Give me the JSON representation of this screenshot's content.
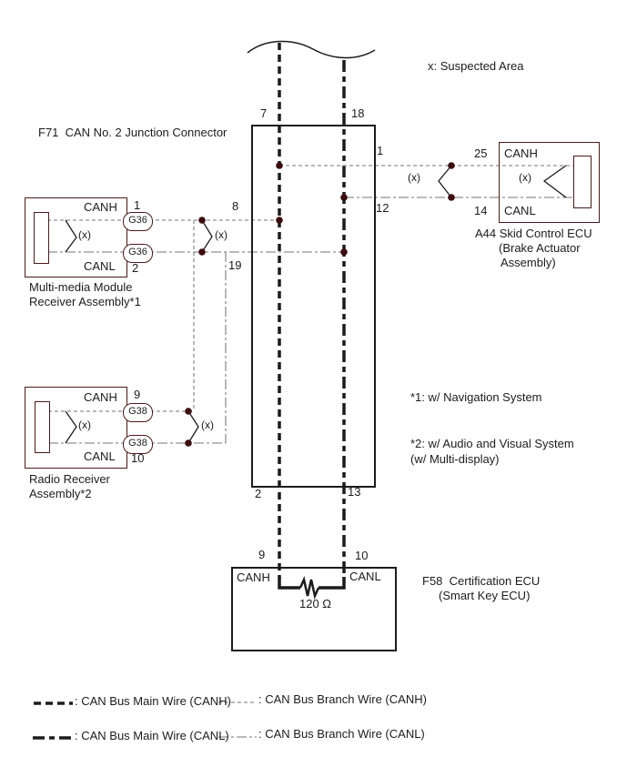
{
  "colors": {
    "wire_main": "#1c1c1c",
    "wire_branch": "#909090",
    "node_dot": "#3d0d0d",
    "connector_outline": "#4a1a1a",
    "box_dark": "#1c1c1c",
    "text": "#1c1c1c",
    "background": "#ffffff"
  },
  "annotations": {
    "suspected_area": "x: Suspected Area",
    "suspect_marker": "(x)",
    "note1": "*1: w/ Navigation System",
    "note2_line1": "*2: w/ Audio and Visual System",
    "note2_line2": "(w/ Multi-display)"
  },
  "junction_connector": {
    "label": "F71  CAN No. 2 Junction Connector",
    "pin_top_left": "7",
    "pin_top_right": "18",
    "pin_right_canh": "1",
    "pin_right_canl": "12",
    "pin_left_canh": "8",
    "pin_left_canl": "19",
    "pin_bottom_left": "2",
    "pin_bottom_right": "13"
  },
  "multimedia_module": {
    "canh": "CANH",
    "canl": "CANL",
    "pin_canh": "1",
    "pin_canl": "2",
    "connector_canh": "G36",
    "connector_canl": "G36",
    "name_line1": "Multi-media Module",
    "name_line2": "Receiver Assembly*1"
  },
  "radio_receiver": {
    "canh": "CANH",
    "canl": "CANL",
    "pin_canh": "9",
    "pin_canl": "10",
    "connector_canh": "G38",
    "connector_canl": "G38",
    "name_line1": "Radio Receiver",
    "name_line2": "Assembly*2"
  },
  "skid_control": {
    "canh": "CANH",
    "canl": "CANL",
    "pin_canh": "25",
    "pin_canl": "14",
    "name_line1": "A44 Skid Control ECU",
    "name_line2": "(Brake Actuator",
    "name_line3": "Assembly)"
  },
  "certification_ecu": {
    "canh": "CANH",
    "canl": "CANL",
    "pin_canh": "9",
    "pin_canl": "10",
    "resistor_value": "120 Ω",
    "name_line1": "F58  Certification ECU",
    "name_line2": "(Smart Key ECU)"
  },
  "legend": {
    "main_canh": ": CAN Bus Main Wire (CANH)",
    "branch_canh": ": CAN Bus Branch Wire (CANH)",
    "main_canl": ": CAN Bus Main Wire (CANL)",
    "branch_canl": ": CAN Bus Branch Wire (CANL)"
  }
}
